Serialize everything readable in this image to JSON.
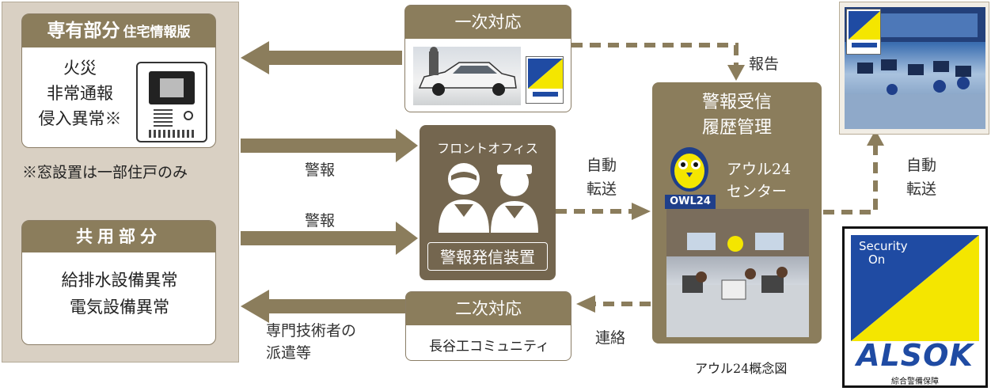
{
  "private_area": {
    "title_main": "専有部分",
    "title_sub": "住宅情報版",
    "items": [
      "火災",
      "非常通報",
      "侵入異常※"
    ],
    "note": "※窓設置は一部住戸のみ"
  },
  "common_area": {
    "title": "共用部分",
    "items": [
      "給排水設備異常",
      "電気設備異常"
    ]
  },
  "first_response": {
    "title": "一次対応"
  },
  "second_response": {
    "title": "二次対応",
    "company": "長谷工コミュニティ"
  },
  "front_office": {
    "title": "フロントオフィス",
    "device": "警報発信装置"
  },
  "owl_center": {
    "title_line1": "警報受信",
    "title_line2": "履歴管理",
    "name_line1": "アウル24",
    "name_line2": "センター",
    "logo_text": "OWL24",
    "caption": "アウル24概念図"
  },
  "labels": {
    "alarm1": "警報",
    "alarm2": "警報",
    "auto_transfer1_line1": "自動",
    "auto_transfer1_line2": "転送",
    "auto_transfer2_line1": "自動",
    "auto_transfer2_line2": "転送",
    "report": "報告",
    "contact": "連絡",
    "dispatch_line1": "専門技術者の",
    "dispatch_line2": "派遣等"
  },
  "alsok": {
    "security_on_line1": "Security",
    "security_on_line2": "On",
    "brand": "ALSOK",
    "tagline": "綜合警備保障"
  },
  "colors": {
    "olive": "#8b7d5c",
    "dark_olive": "#74664f",
    "panel_bg": "#d9d0c3",
    "arrow": "#8b7d5c",
    "alsok_blue": "#1f4ba3",
    "alsok_yellow": "#f4e600"
  }
}
